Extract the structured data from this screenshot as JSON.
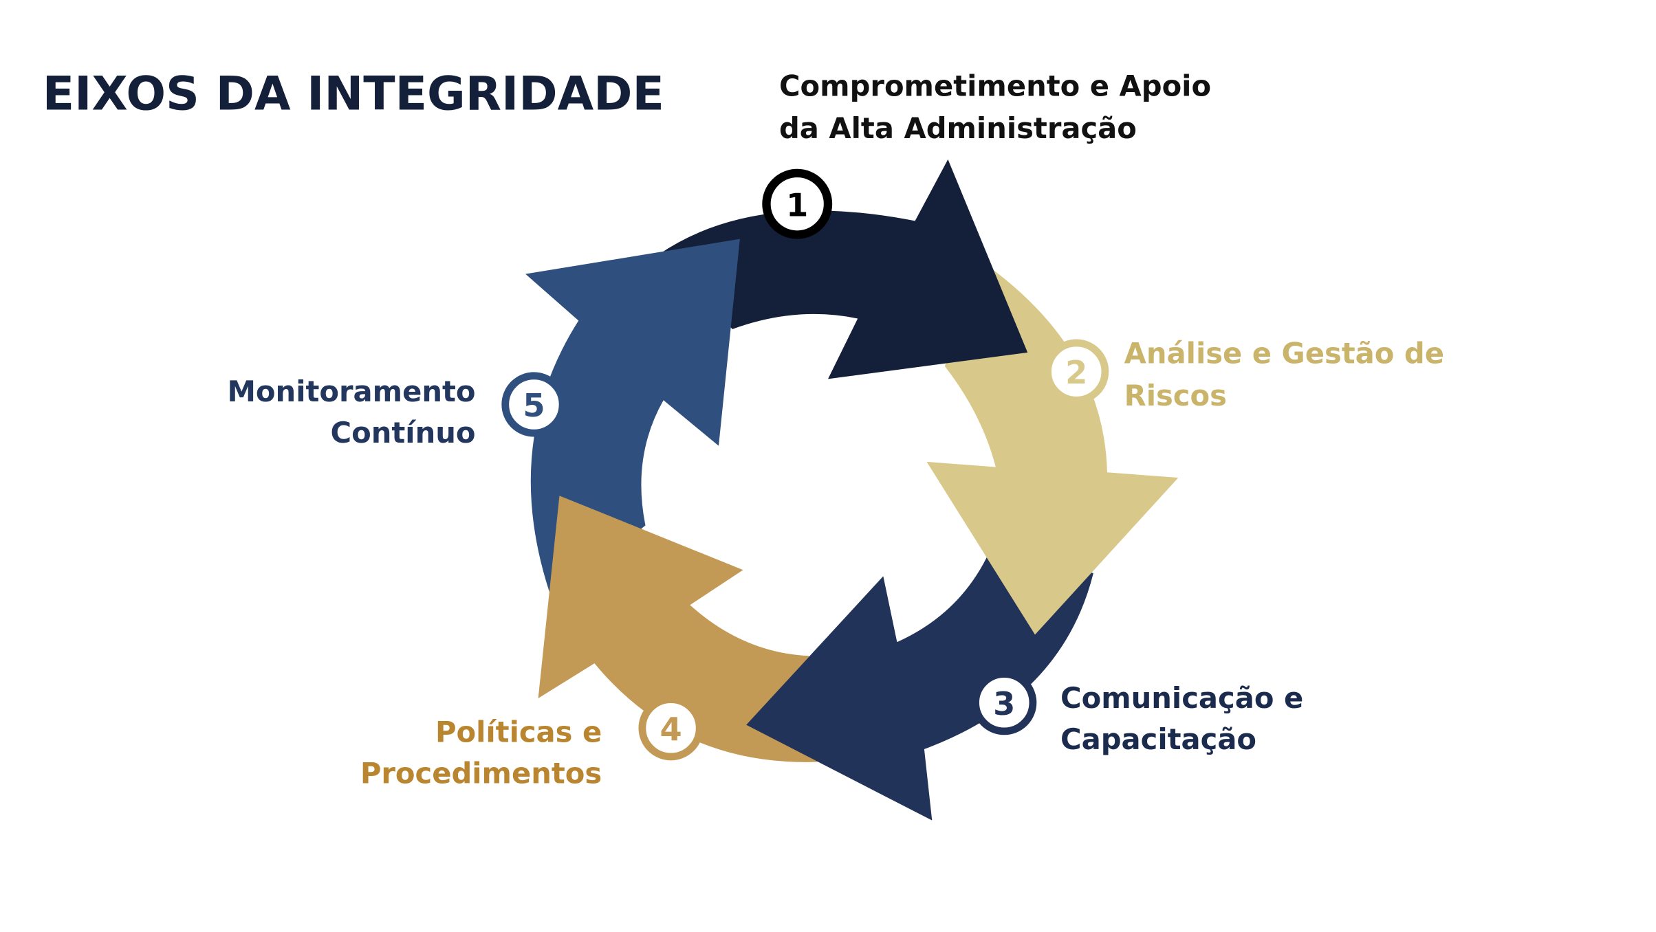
{
  "title": "EIXOS DA INTEGRIDADE",
  "colors": {
    "axis1": "#14203a",
    "axis2": "#d8c98a",
    "axis3": "#22335a",
    "axis4": "#c39a55",
    "axis5": "#2f4f7f"
  },
  "axes": [
    {
      "number": "1",
      "line1": "Comprometimento e Apoio",
      "line2": "da Alta Administração"
    },
    {
      "number": "2",
      "line1": "Análise e Gestão de",
      "line2": "Riscos"
    },
    {
      "number": "3",
      "line1": "Comunicação e",
      "line2": "Capacitação"
    },
    {
      "number": "4",
      "line1": "Políticas e",
      "line2": "Procedimentos"
    },
    {
      "number": "5",
      "line1": "Monitoramento",
      "line2": "Contínuo"
    }
  ]
}
